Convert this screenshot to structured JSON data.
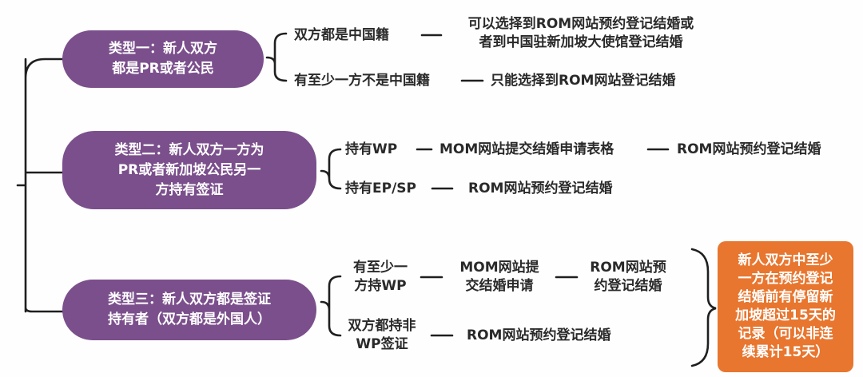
{
  "type1": {
    "label": "类型一：新人双方\n都是PR或者公民",
    "branch_a": {
      "condition": "双方都是中国籍",
      "result": "可以选择到ROM网站预约登记结婚或\n者到中国驻新加坡大使馆登记结婚"
    },
    "branch_b": {
      "condition": "有至少一方不是中国籍",
      "result": "只能选择到ROM网站登记结婚"
    }
  },
  "type2": {
    "label": "类型二：新人双方一方为\nPR或者新加坡公民另一\n方持有签证",
    "branch_a": {
      "condition": "持有WP",
      "step": "MOM网站提交结婚申请表格",
      "result": "ROM网站预约登记结婚"
    },
    "branch_b": {
      "condition": "持有EP/SP",
      "result": "ROM网站预约登记结婚"
    }
  },
  "type3": {
    "label": "类型三：新人双方都是签证\n持有者（双方都是外国人）",
    "branch_a": {
      "condition": "有至少一\n方持WP",
      "step": "MOM网站提\n交结婚申请",
      "result": "ROM网站预\n约登记结婚"
    },
    "branch_b": {
      "condition": "双方都持非\nWP签证",
      "result": "ROM网站预约登记结婚"
    }
  },
  "note": {
    "text": "新人双方中至少\n一方在预约登记\n结婚前有停留新\n加坡超过15天的\n记录（可以非连\n续累计15天）",
    "color": "#e8762f"
  },
  "colors": {
    "pill": "#7b4f8c",
    "line": "#1f1f1f"
  }
}
